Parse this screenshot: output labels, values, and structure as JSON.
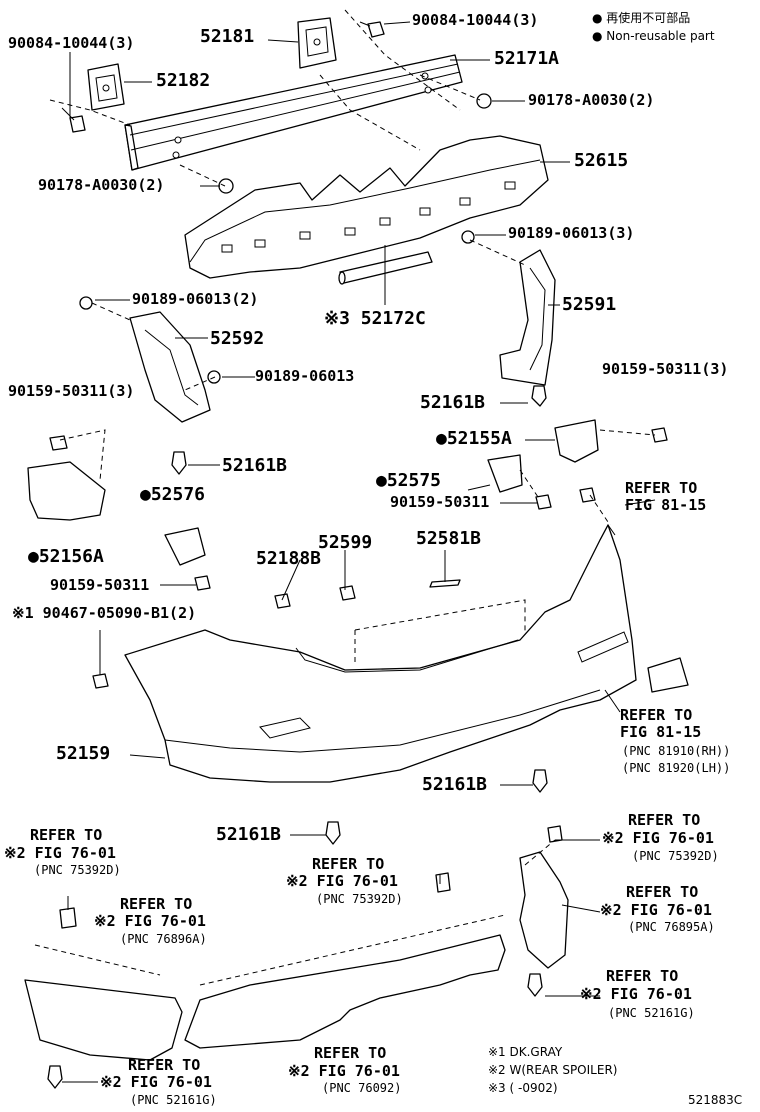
{
  "legend": {
    "non_reusable_jp": "● 再使用不可部品",
    "non_reusable_en": "● Non-reusable part",
    "note1": "※1 DK.GRAY",
    "note2": "※2 W(REAR SPOILER)",
    "note3": "※3 (       -0902)"
  },
  "figure_code": "521883C",
  "parts": {
    "p52181": "52181",
    "p52182": "52182",
    "p90084_r": "90084-10044(3)",
    "p90084_l": "90084-10044(3)",
    "p52171A": "52171A",
    "p90178_r": "90178-A0030(2)",
    "p90178_l": "90178-A0030(2)",
    "p52615": "52615",
    "p90189_3": "90189-06013(3)",
    "p90189_2": "90189-06013(2)",
    "p90189_1": "90189-06013",
    "p52172C": "※3 52172C",
    "p52591": "52591",
    "p52592": "52592",
    "p90159_r3": "90159-50311(3)",
    "p90159_l3": "90159-50311(3)",
    "p52161B_a": "52161B",
    "p52161B_b": "52161B",
    "p52161B_c": "52161B",
    "p52161B_d": "52161B",
    "p52155A": "●52155A",
    "p52575": "●52575",
    "p90159_mid": "90159-50311",
    "p52576": "●52576",
    "p52156A": "●52156A",
    "p90159_low": "90159-50311",
    "p52188B": "52188B",
    "p52599": "52599",
    "p52581B": "52581B",
    "p90467": "※1 90467-05090-B1(2)",
    "p52159": "52159"
  },
  "refs": {
    "r1": {
      "l1": "REFER TO",
      "l2": "FIG 81-15",
      "l3": ""
    },
    "r2": {
      "l1": "REFER TO",
      "l2": "FIG 81-15",
      "l3": "(PNC 81910(RH))",
      "l4": "(PNC 81920(LH))"
    },
    "r3": {
      "l1": "REFER TO",
      "l2": "※2 FIG 76-01",
      "l3": "(PNC 75392D)"
    },
    "r4": {
      "l1": "REFER TO",
      "l2": "※2 FIG 76-01",
      "l3": "(PNC 75392D)"
    },
    "r5": {
      "l1": "REFER TO",
      "l2": "※2 FIG 76-01",
      "l3": "(PNC 75392D)"
    },
    "r6": {
      "l1": "REFER TO",
      "l2": "※2 FIG 76-01",
      "l3": "(PNC 76896A)"
    },
    "r7": {
      "l1": "REFER TO",
      "l2": "※2 FIG 76-01",
      "l3": "(PNC 76895A)"
    },
    "r8": {
      "l1": "REFER TO",
      "l2": "※2 FIG 76-01",
      "l3": "(PNC 52161G)"
    },
    "r9": {
      "l1": "REFER TO",
      "l2": "※2 FIG 76-01",
      "l3": "(PNC 76092)"
    },
    "r10": {
      "l1": "REFER TO",
      "l2": "※2 FIG 76-01",
      "l3": "(PNC 52161G)"
    }
  }
}
